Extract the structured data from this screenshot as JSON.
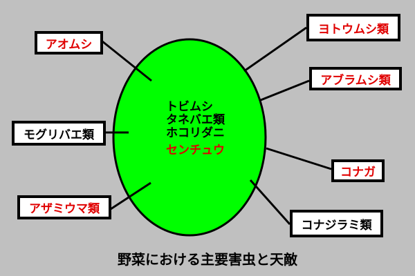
{
  "title": "野菜における主要害虫と天敵",
  "center": {
    "items": [
      "トビムシ",
      "タネバエ類",
      "ホコリダニ"
    ],
    "highlight": "センチュウ"
  },
  "labels": {
    "aomushi": "アオムシ",
    "moguribae": "モグリバエ類",
    "azamiuma": "アザミウマ類",
    "yotoumushi": "ヨトウムシ類",
    "aburamushi": "アブラムシ類",
    "konaga": "コナガ",
    "konajirami": "コナジラミ類"
  },
  "colors": {
    "circle": "#00ff00",
    "red_text": "#e00000",
    "background": "#c0c0c0"
  }
}
